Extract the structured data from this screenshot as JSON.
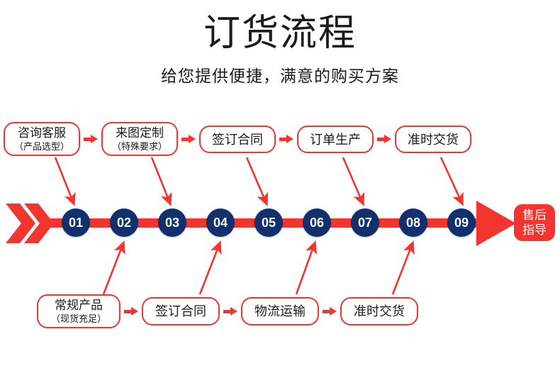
{
  "header": {
    "title": "订货流程",
    "subtitle": "给您提供便捷，满意的购买方案"
  },
  "colors": {
    "red": "#f2352e",
    "navy": "#10306e",
    "text": "#1a1a1a",
    "background": "#ffffff"
  },
  "top_row": {
    "boxes": [
      {
        "main": "咨询客服",
        "sub": "（产品选型）"
      },
      {
        "main": "来图定制",
        "sub": "（特殊要求）"
      },
      {
        "main": "签订合同",
        "sub": ""
      },
      {
        "main": "订单生产",
        "sub": ""
      },
      {
        "main": "准时交货",
        "sub": ""
      }
    ]
  },
  "bottom_row": {
    "boxes": [
      {
        "main": "常规产品",
        "sub": "（现货充足）"
      },
      {
        "main": "签订合同",
        "sub": ""
      },
      {
        "main": "物流运输",
        "sub": ""
      },
      {
        "main": "准时交货",
        "sub": ""
      }
    ]
  },
  "timeline": {
    "steps": [
      "01",
      "02",
      "03",
      "04",
      "05",
      "06",
      "07",
      "08",
      "09"
    ],
    "start_icon": "double-chevron-icon",
    "end_icon": "arrow-head-icon"
  },
  "end_badge": {
    "line1": "售后",
    "line2": "指导"
  }
}
